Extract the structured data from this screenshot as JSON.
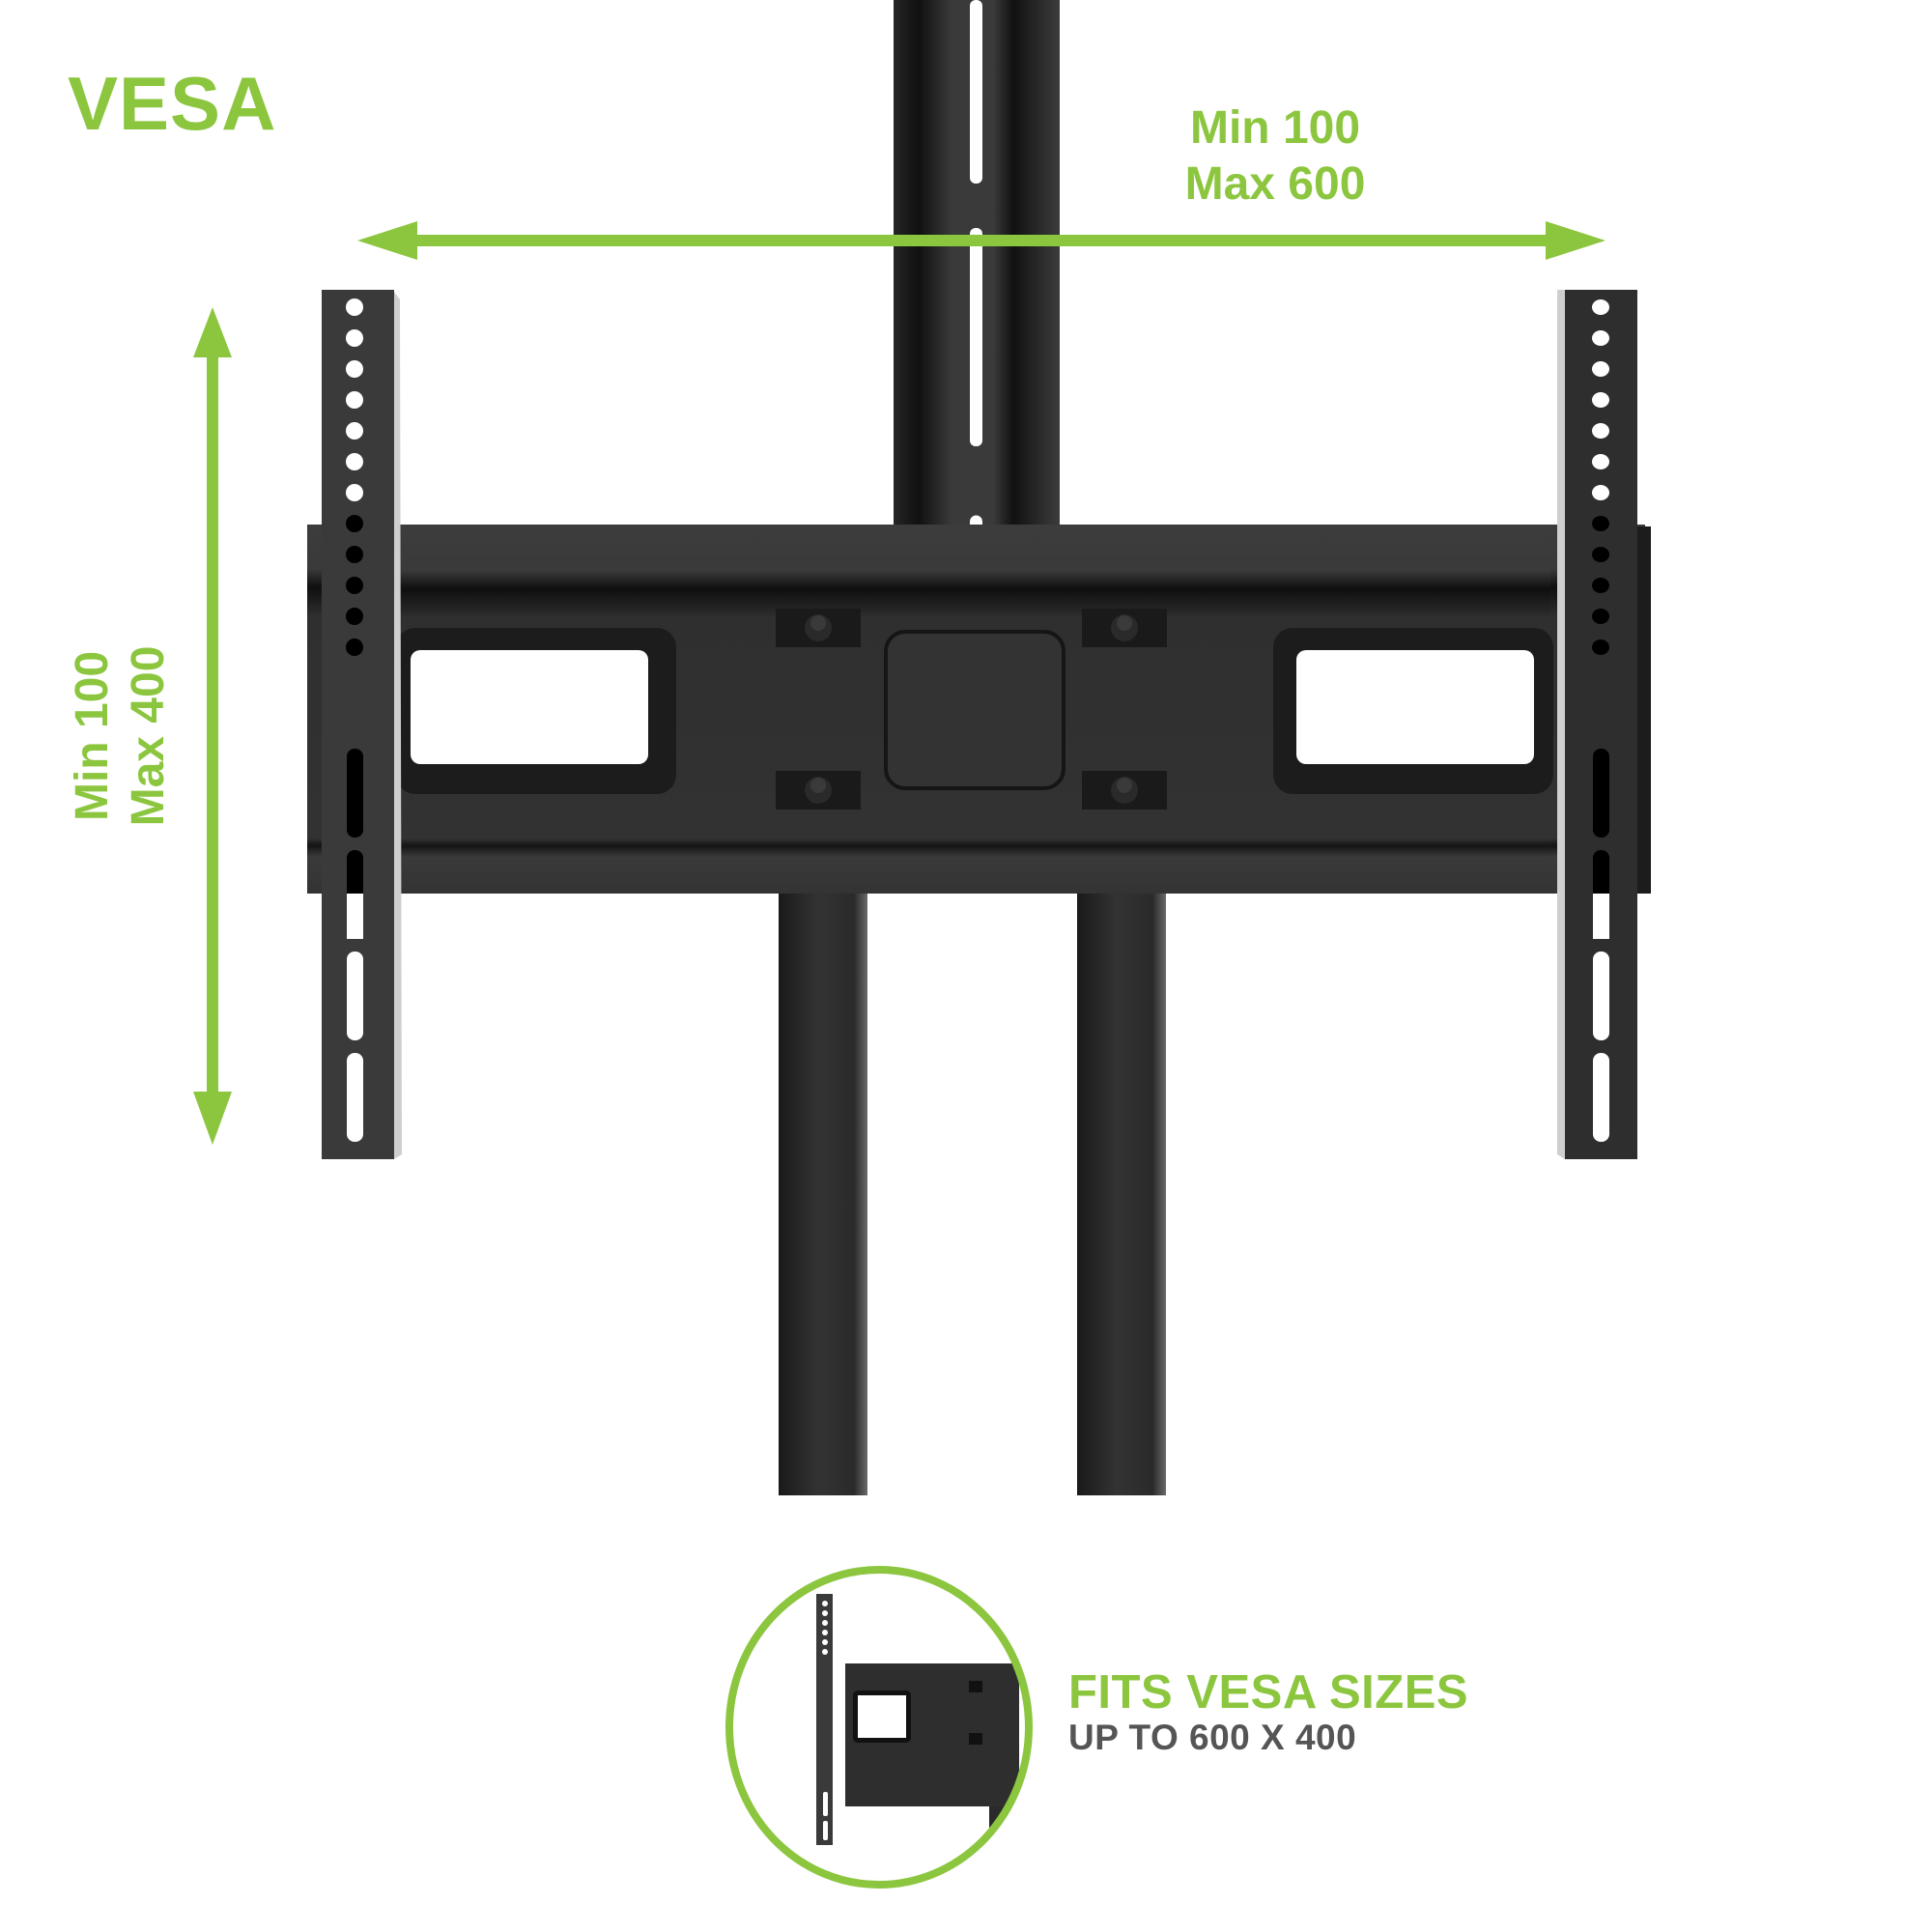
{
  "title": "VESA",
  "horizontal_dimension": {
    "min_label": "Min 100",
    "max_label": "Max 600",
    "min_value": 100,
    "max_value": 600,
    "direction": "horizontal"
  },
  "vertical_dimension": {
    "min_label": "Min 100",
    "max_label": "Max 400",
    "min_value": 100,
    "max_value": 400,
    "direction": "vertical"
  },
  "badge": {
    "title": "FITS VESA SIZES",
    "subtitle": "UP TO 600 X 400"
  },
  "colors": {
    "accent": "#8cc63f",
    "subtitle": "#555555",
    "metal_dark": "#2a2a2a",
    "metal_mid": "#3a3a3a",
    "background": "#ffffff"
  },
  "icons": {
    "arrow_left": "left-arrow-icon",
    "arrow_right": "right-arrow-icon",
    "arrow_up": "up-arrow-icon",
    "arrow_down": "down-arrow-icon"
  }
}
